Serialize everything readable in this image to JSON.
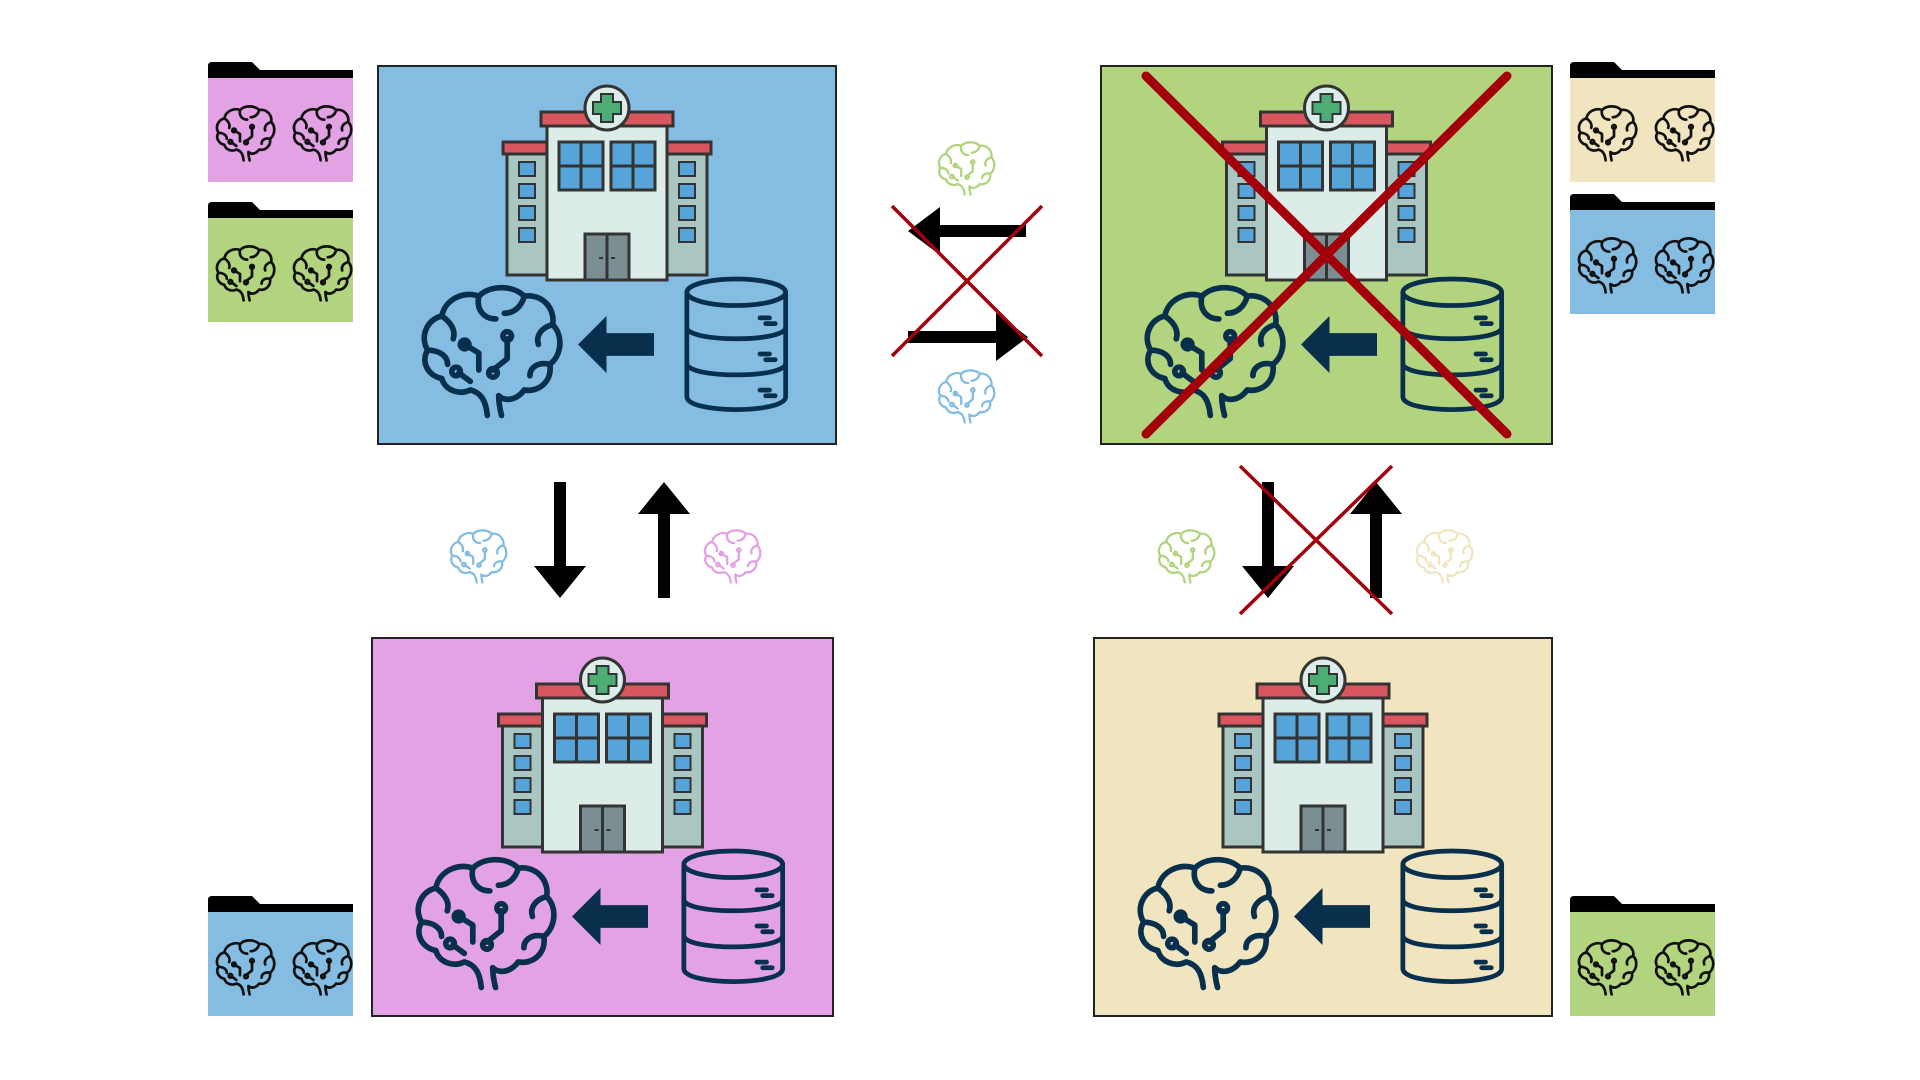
{
  "colors": {
    "blue": "#85BDE2",
    "green": "#B2D47E",
    "pink": "#E2A2E3",
    "beige": "#F1E5BF",
    "cross_red": "#A3000B",
    "navy": "#08304D",
    "black": "#000000"
  },
  "hospitals": [
    {
      "id": "blue",
      "color": "blue",
      "disabled": false
    },
    {
      "id": "green",
      "color": "green",
      "disabled": true
    },
    {
      "id": "pink",
      "color": "pink",
      "disabled": false
    },
    {
      "id": "beige",
      "color": "beige",
      "disabled": false
    }
  ],
  "model_folders": [
    {
      "for": "blue",
      "color": "pink",
      "models": 2
    },
    {
      "for": "blue",
      "color": "green",
      "models": 2
    },
    {
      "for": "green",
      "color": "beige",
      "models": 2
    },
    {
      "for": "green",
      "color": "blue",
      "models": 2
    },
    {
      "for": "pink",
      "color": "blue",
      "models": 2
    },
    {
      "for": "beige",
      "color": "green",
      "models": 2
    }
  ],
  "exchanges": [
    {
      "between": [
        "blue",
        "green"
      ],
      "orientation": "horizontal",
      "blocked": true,
      "models": [
        "green",
        "blue"
      ]
    },
    {
      "between": [
        "blue",
        "pink"
      ],
      "orientation": "vertical",
      "blocked": false,
      "models": [
        "blue",
        "pink"
      ]
    },
    {
      "between": [
        "green",
        "beige"
      ],
      "orientation": "vertical",
      "blocked": true,
      "models": [
        "green",
        "beige"
      ]
    }
  ],
  "icons": [
    "hospital-icon",
    "brain-icon",
    "database-icon",
    "folder-icon",
    "arrow-icon"
  ]
}
